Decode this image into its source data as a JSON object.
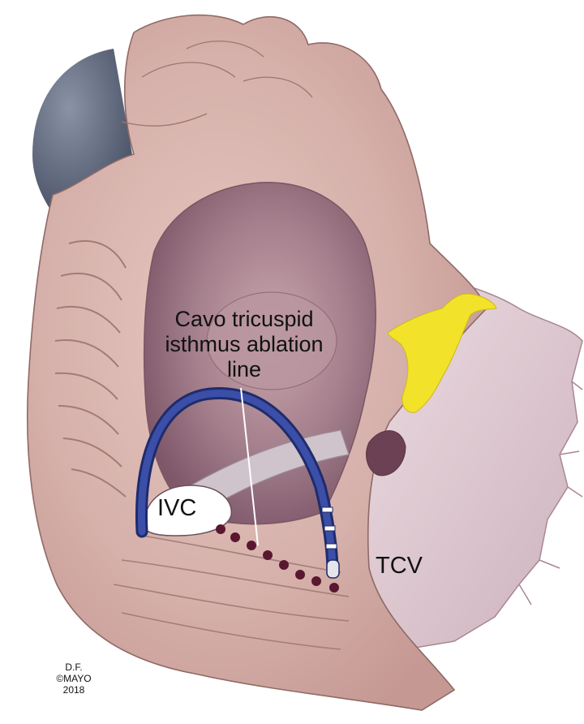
{
  "labels": {
    "cti_line1": "Cavo tricuspid",
    "cti_line2": "isthmus ablation",
    "cti_line3": "line",
    "ivc": "IVC",
    "tcv": "TCV"
  },
  "credit": {
    "line1": "D.F.",
    "line2": "©MAYO",
    "line3": "2018"
  },
  "colors": {
    "tissue": "#d9b7b1",
    "cavity": "#a98391",
    "catheter": "#2e3f8f",
    "ablation_dots": "#5a1830",
    "node": "#f2e22a",
    "valve": "#e3ccd4",
    "vessel_cap": "#4f586e"
  }
}
